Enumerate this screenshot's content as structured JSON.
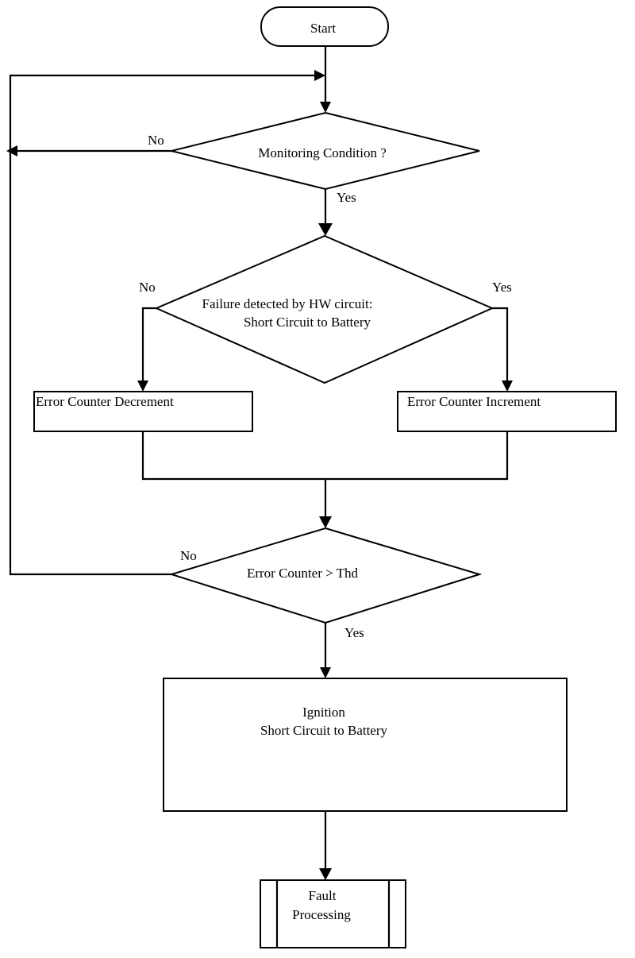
{
  "nodes": {
    "start": "Start",
    "monitoring": "Monitoring Condition ?",
    "failure_line1": "Failure detected by HW circuit:",
    "failure_line2": "Short Circuit to Battery",
    "decrement": "Error Counter Decrement",
    "increment": "Error Counter Increment",
    "threshold": "Error Counter >  Thd",
    "ignition_line1": "Ignition",
    "ignition_line2": "Short Circuit to Battery",
    "fault_line1": "Fault",
    "fault_line2": "Processing"
  },
  "edge_labels": {
    "monitoring_no": "No",
    "monitoring_yes": "Yes",
    "failure_no": "No",
    "failure_yes": "Yes",
    "threshold_no": "No",
    "threshold_yes": "Yes"
  }
}
